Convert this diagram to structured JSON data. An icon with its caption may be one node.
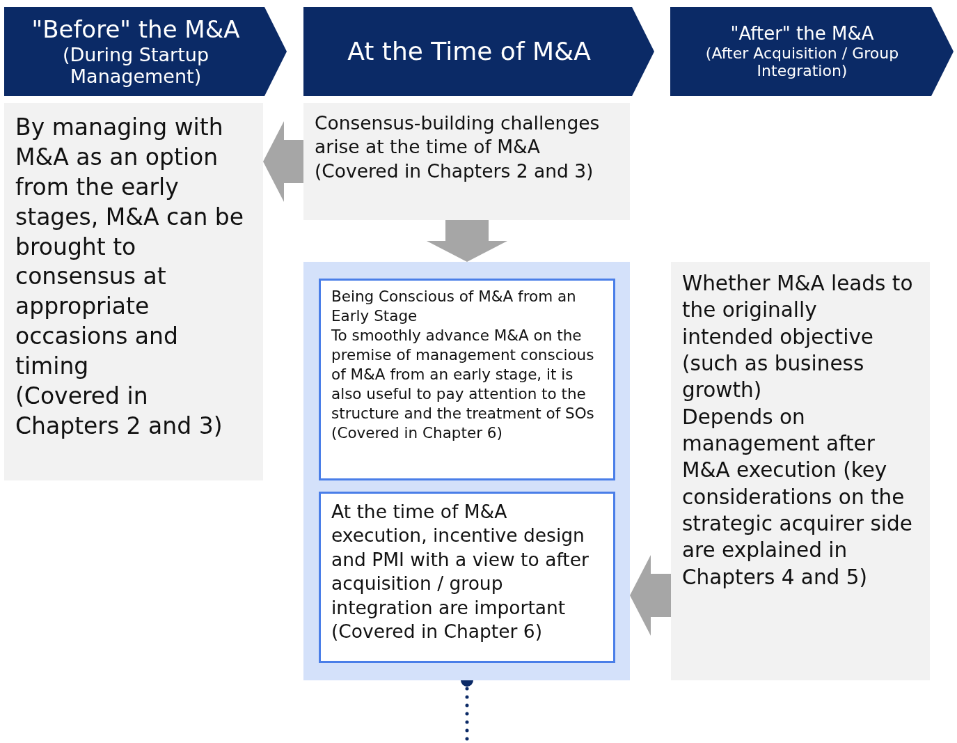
{
  "diagram": {
    "nodes": [
      {
        "text": [
          "\"Before\" the M&A",
          "(During Startup Management)"
        ]
      },
      {
        "text": [
          "At the Time of M&A"
        ]
      },
      {
        "text": [
          "\"After\" the M&A",
          "(After Acquisition / Group Integration)"
        ]
      },
      {
        "text": [
          "By managing with M&A as an option from the early stages, M&A can be brought to consensus at appropriate occasions and timing",
          "(Covered in Chapters 2 and 3)"
        ]
      },
      {
        "text": [
          "Consensus-building challenges arise at the time of M&A",
          "(Covered in Chapters 2 and 3)"
        ]
      },
      {
        "text": [],
        "shape": "box"
      },
      {
        "text": [
          "Being Conscious of M&A from an Early Stage",
          "To smoothly advance M&A on the premise of management conscious of M&A from an early stage, it is also useful to pay attention to the structure and the treatment of SOs",
          "(Covered in Chapter 6)"
        ],
        "in": 5
      },
      {
        "text": [
          "At the time of M&A execution, incentive design and PMI with a view to after acquisition / group integration are important",
          "(Covered in Chapter 6)"
        ],
        "in": 5
      },
      {
        "text": [
          "Whether M&A leads to the originally intended objective (such as business growth)",
          "Depends on management after M&A execution (key considerations on the strategic acquirer side are explained in Chapters 4 and 5)"
        ]
      }
    ],
    "edges": [
      {
        "from": 4,
        "to": 3,
        "arrow": "to"
      },
      {
        "from": 4,
        "to": 5,
        "arrow": "to"
      },
      {
        "from": 8,
        "to": 5,
        "arrow": "to"
      },
      {
        "from": 5,
        "to": null,
        "arrow": "other",
        "style": "dashed",
        "color": "#0b2a66"
      }
    ]
  }
}
